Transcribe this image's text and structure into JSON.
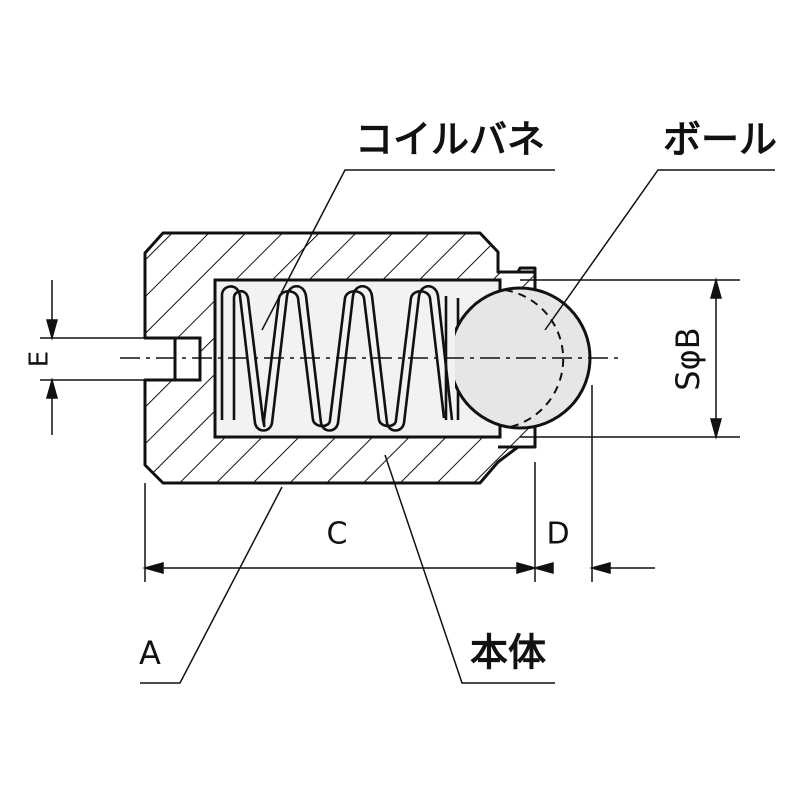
{
  "labels": {
    "coil_spring": "コイルバネ",
    "ball": "ボール",
    "body": "本体",
    "dim_a": "A",
    "dim_c": "C",
    "dim_d": "D",
    "dim_e": "E",
    "dim_sb": "SφB"
  },
  "colors": {
    "line": "#111111",
    "ball_fill": "#e6e6e6",
    "cavity_fill": "#f2f2f2",
    "background": "#ffffff"
  }
}
